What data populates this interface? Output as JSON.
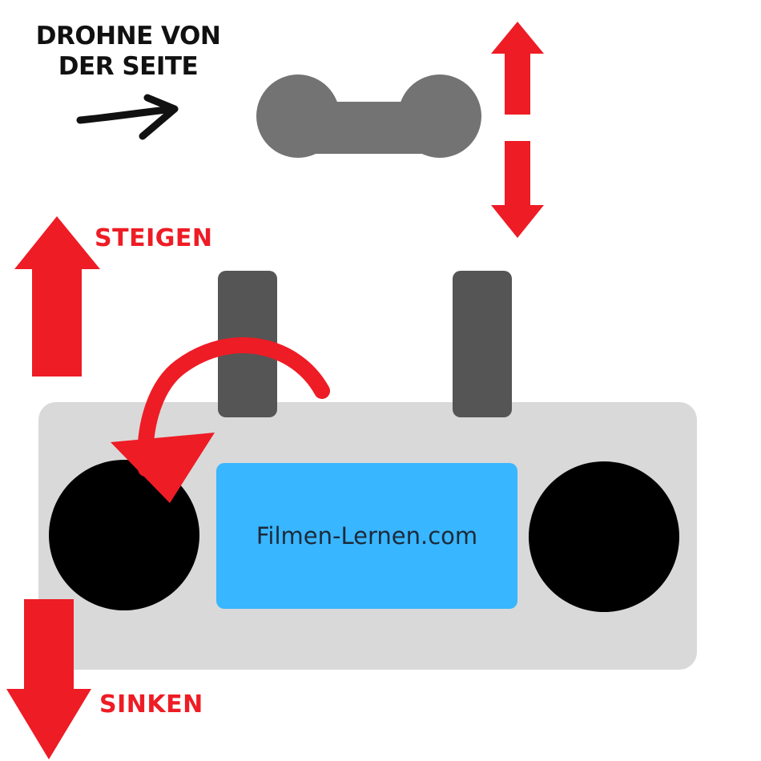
{
  "diagram": {
    "title_lines": [
      "DROHNE VON",
      "DER SEITE"
    ],
    "label_up": "STEIGEN",
    "label_down": "SINKEN",
    "screen_text": "Filmen-Lernen.com"
  },
  "colors": {
    "arrow_red": "#ee1c25",
    "drone_gray": "#737373",
    "antenna_gray": "#555555",
    "remote_body": "#d9d9d9",
    "screen_blue": "#38b6ff",
    "stick_black": "#000000"
  }
}
